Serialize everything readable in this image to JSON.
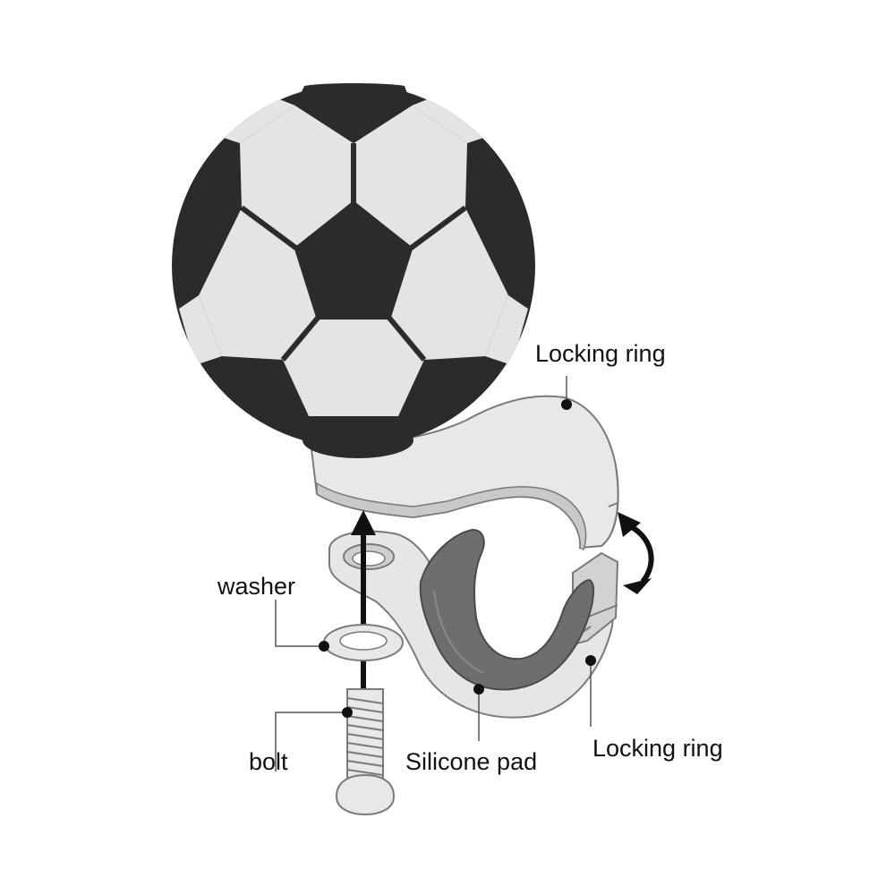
{
  "labels": {
    "locking_ring_top": "Locking ring",
    "washer": "washer",
    "bolt": "bolt",
    "silicone_pad": "Silicone pad",
    "locking_ring_bottom": "Locking ring"
  },
  "icons": {
    "ball": "soccer-ball-icon",
    "assembly_arrow": "arrow-up-icon",
    "rotation_arrow": "curved-double-arrow-icon"
  },
  "colors": {
    "ball_dark": "#2b2b2b",
    "ball_light": "#e4e4e4",
    "ring_light": "#e6e6e6",
    "ring_mid": "#c9c9c9",
    "pad_dark": "#6e6e6e",
    "leader_line": "#555555",
    "dot": "#111111"
  }
}
